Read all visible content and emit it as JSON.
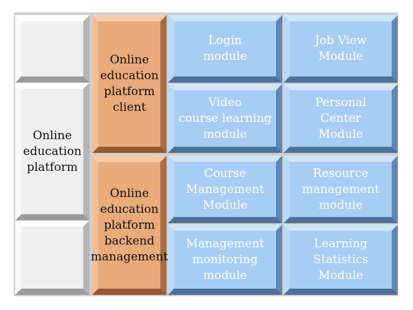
{
  "diagram": {
    "root": "Online\neducation\nplatform",
    "client": "Online\neducation\nplatform\nclient",
    "backend": "Online\neducation\nplatform\nbackend\nmanagement",
    "modules": [
      "Login\nmodule",
      "Job View\nModule",
      "Video\ncourse learning\nmodule",
      "Personal\nCenter\nModule",
      "Course\nManagement\nModule",
      "Resource\nmanagement\nmodule",
      "Management\nmonitoring\nmodule",
      "Learning\nStatistics\nModule"
    ]
  },
  "colors": {
    "root": "#efefef",
    "client": "#e9aa7c",
    "modules": "#a7cdf2"
  }
}
